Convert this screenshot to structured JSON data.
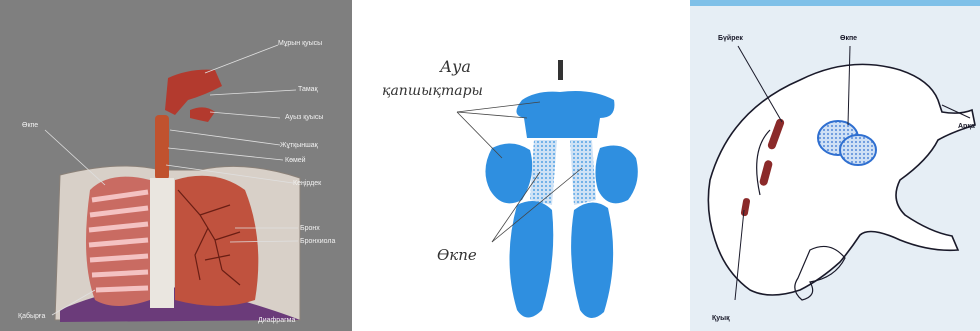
{
  "human_panel": {
    "labels": {
      "nasal": "Мұрын қуысы",
      "pharynx": "Тамақ",
      "oral": "Ауыз қуысы",
      "larynx": "Жұтқыншақ",
      "larynx2": "Көмей",
      "trachea": "Кеңірдек",
      "lung": "Өкпе",
      "bronchus": "Бронх",
      "bronchioles": "Бронхиола",
      "ribs": "Қабырға",
      "diaphragm": "Диафрагма"
    },
    "colors": {
      "background": "#7f7f7f",
      "airway": "#c0392b",
      "lung": "#b8473a",
      "rib": "#e8a0a0",
      "diaphragm": "#6b3b7a"
    }
  },
  "bird_panel": {
    "labels": {
      "air_sacs_line1": "Ауа",
      "air_sacs_line2": "қапшықтары",
      "lungs": "Өкпе"
    },
    "colors": {
      "organ": "#2f8fe0",
      "lung_fill": "#bcd7f0"
    }
  },
  "frog_panel": {
    "labels": {
      "kidney": "Бүйрек",
      "lungs": "Өкпе",
      "heart": "Арқа",
      "cloaca": "Қуық"
    },
    "colors": {
      "outline": "#1a1a2a",
      "lung": "#2f6fd0",
      "kidney": "#8b2a2a",
      "background": "#e6eef5"
    }
  }
}
